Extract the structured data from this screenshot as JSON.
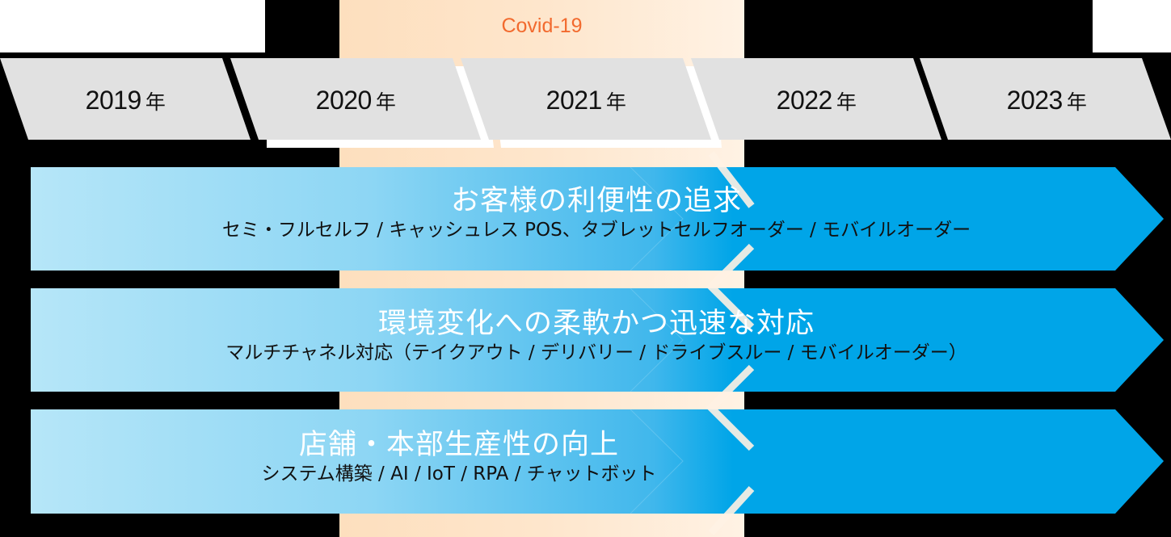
{
  "covid": {
    "label": "Covid-19",
    "color": "#F26A2E",
    "band_color_start": "#FDDFBE",
    "band_color_end": "#FFF2E4"
  },
  "years": [
    {
      "label": "2019",
      "suffix": "年"
    },
    {
      "label": "2020",
      "suffix": "年"
    },
    {
      "label": "2021",
      "suffix": "年"
    },
    {
      "label": "2022",
      "suffix": "年"
    },
    {
      "label": "2023",
      "suffix": "年"
    }
  ],
  "arrows": [
    {
      "title": "お客様の利便性の追求",
      "subtitle": "セミ・フルセルフ / キャッシュレス POS、タブレットセルフオーダー / モバイルオーダー"
    },
    {
      "title": "環境変化への柔軟かつ迅速な対応",
      "subtitle": "マルチチャネル対応（テイクアウト / デリバリー / ドライブスルー / モバイルオーダー）"
    },
    {
      "title": "店舗・本部生産性の向上",
      "subtitle": "システム構築 / AI / IoT / RPA / チャットボット"
    }
  ],
  "colors": {
    "year_banner": "#E1E1E1",
    "arrow_start": "#B6E6F8",
    "arrow_end": "#00A5E8",
    "background": "#000000"
  }
}
